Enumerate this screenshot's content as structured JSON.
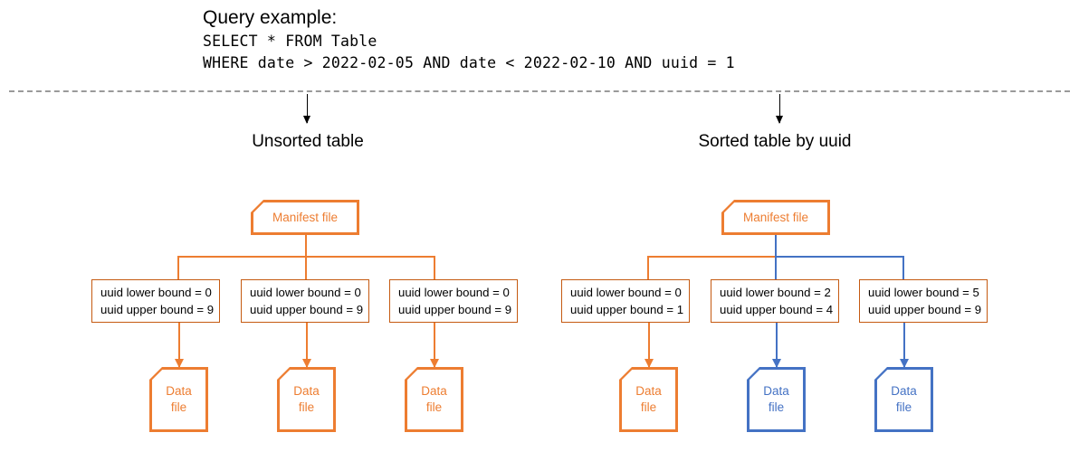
{
  "query": {
    "title": "Query example:",
    "lines": [
      "SELECT * FROM Table",
      "WHERE date > 2022-02-05 AND date < 2022-02-10 AND uuid = 1"
    ]
  },
  "colors": {
    "orange": "#ED7D31",
    "orange_border": "#C55A11",
    "blue": "#4472C4",
    "divider": "#9A9A9A",
    "text": "#000000"
  },
  "sections": [
    {
      "id": "unsorted",
      "title": "Unsorted table",
      "manifest": {
        "label": "Manifest file",
        "color": "orange"
      },
      "nodes": [
        {
          "lower": "uuid lower bound = 0",
          "upper": "uuid upper bound = 9",
          "connector_color": "orange",
          "data_file": {
            "line1": "Data",
            "line2": "file",
            "color": "orange"
          }
        },
        {
          "lower": "uuid lower bound = 0",
          "upper": "uuid upper bound = 9",
          "connector_color": "orange",
          "data_file": {
            "line1": "Data",
            "line2": "file",
            "color": "orange"
          }
        },
        {
          "lower": "uuid lower bound = 0",
          "upper": "uuid upper bound = 9",
          "connector_color": "orange",
          "data_file": {
            "line1": "Data",
            "line2": "file",
            "color": "orange"
          }
        }
      ]
    },
    {
      "id": "sorted",
      "title": "Sorted table by uuid",
      "manifest": {
        "label": "Manifest file",
        "color": "orange"
      },
      "nodes": [
        {
          "lower": "uuid lower bound = 0",
          "upper": "uuid upper bound = 1",
          "connector_color": "orange",
          "data_file": {
            "line1": "Data",
            "line2": "file",
            "color": "orange"
          }
        },
        {
          "lower": "uuid lower bound = 2",
          "upper": "uuid upper bound = 4",
          "connector_color": "blue",
          "data_file": {
            "line1": "Data",
            "line2": "file",
            "color": "blue"
          }
        },
        {
          "lower": "uuid lower bound = 5",
          "upper": "uuid upper bound = 9",
          "connector_color": "blue",
          "data_file": {
            "line1": "Data",
            "line2": "file",
            "color": "blue"
          }
        }
      ]
    }
  ]
}
